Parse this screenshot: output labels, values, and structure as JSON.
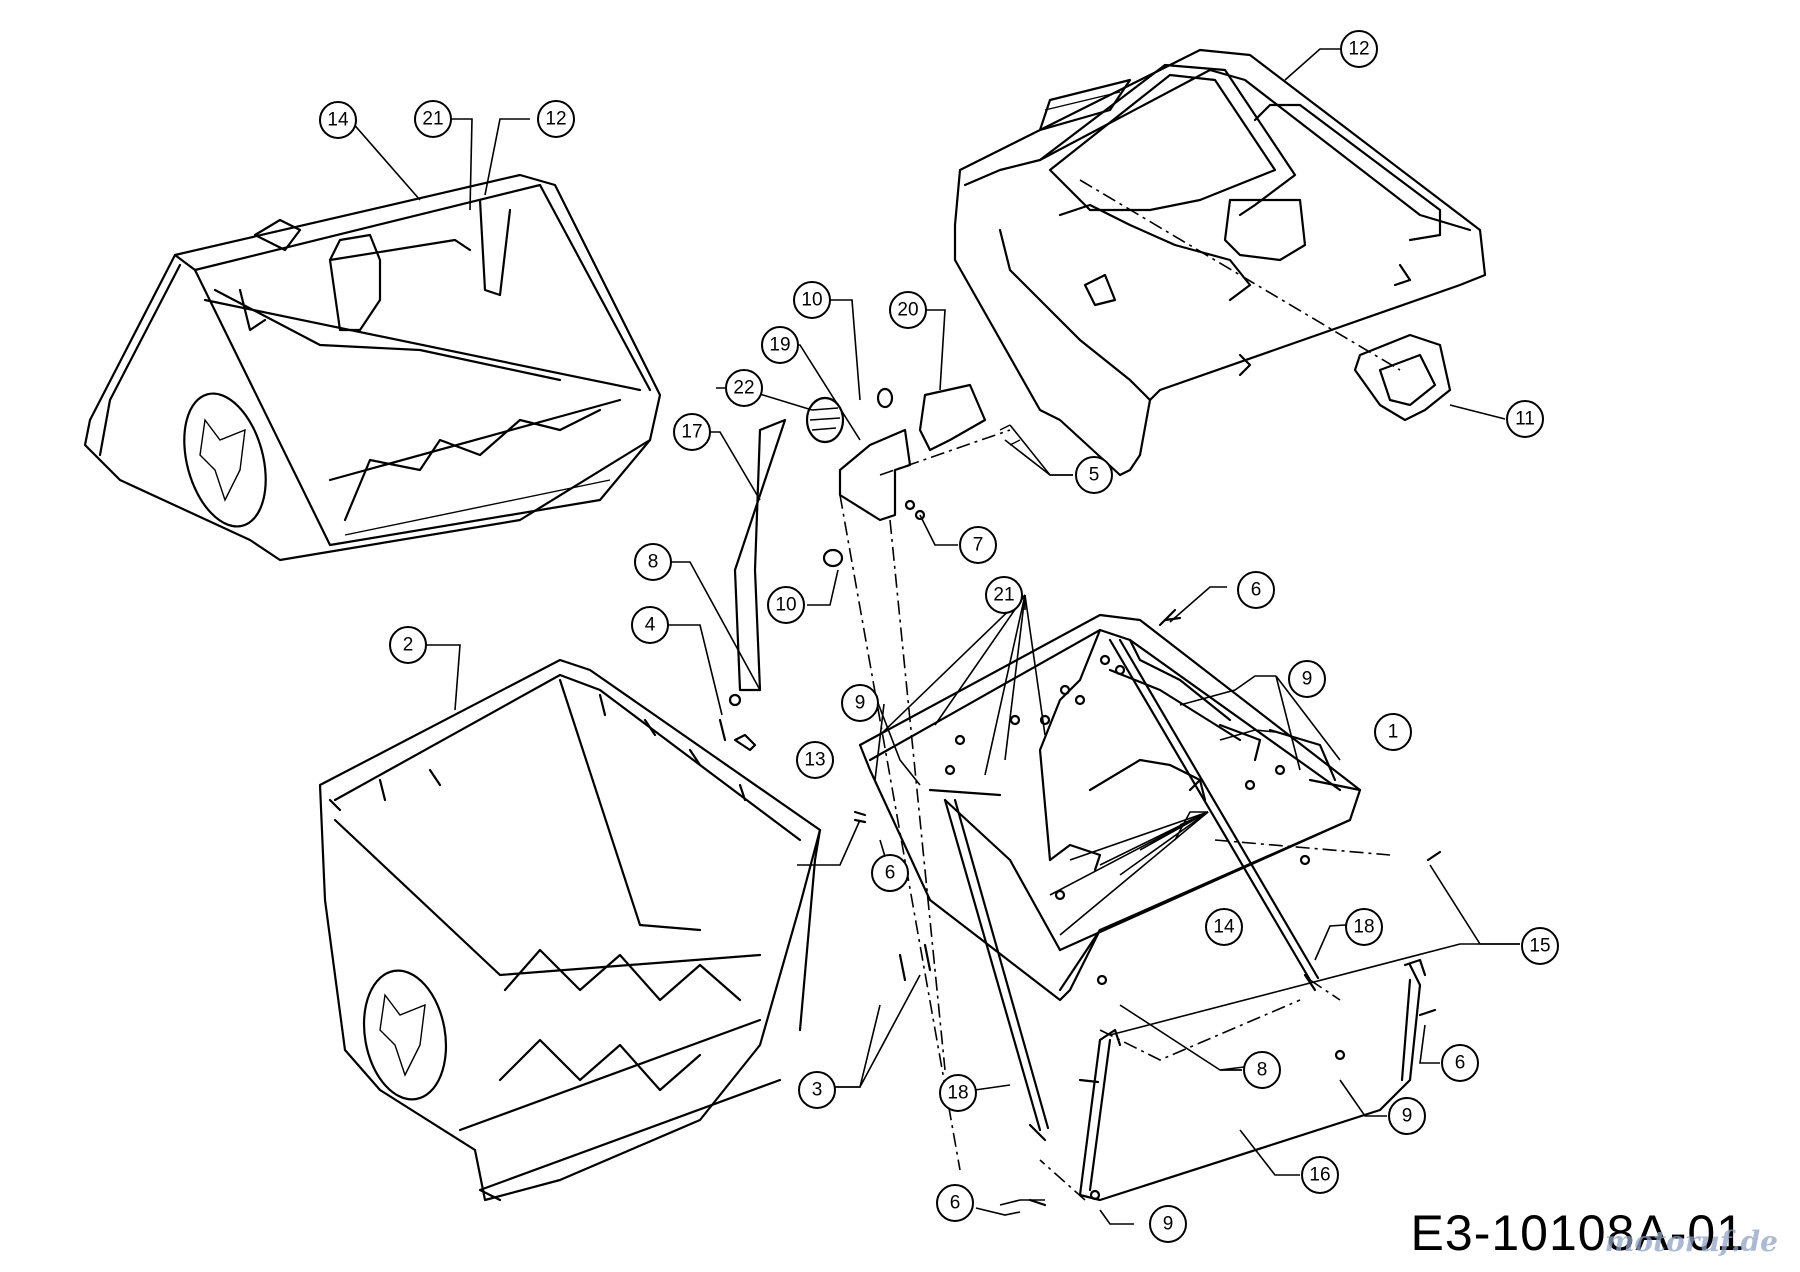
{
  "drawing_code": "E3-10108A-01",
  "watermark": "motoruf.de",
  "callouts": [
    {
      "id": "c14a",
      "label": "14"
    },
    {
      "id": "c21a",
      "label": "21"
    },
    {
      "id": "c12a",
      "label": "12"
    },
    {
      "id": "c12b",
      "label": "12"
    },
    {
      "id": "c10a",
      "label": "10"
    },
    {
      "id": "c20",
      "label": "20"
    },
    {
      "id": "c19",
      "label": "19"
    },
    {
      "id": "c22",
      "label": "22"
    },
    {
      "id": "c17",
      "label": "17"
    },
    {
      "id": "c11",
      "label": "11"
    },
    {
      "id": "c5",
      "label": "5"
    },
    {
      "id": "c7",
      "label": "7"
    },
    {
      "id": "c8a",
      "label": "8"
    },
    {
      "id": "c10b",
      "label": "10"
    },
    {
      "id": "c4",
      "label": "4"
    },
    {
      "id": "c21b",
      "label": "21"
    },
    {
      "id": "c6a",
      "label": "6"
    },
    {
      "id": "c9a",
      "label": "9"
    },
    {
      "id": "c2",
      "label": "2"
    },
    {
      "id": "c9b",
      "label": "9"
    },
    {
      "id": "c1",
      "label": "1"
    },
    {
      "id": "c13",
      "label": "13"
    },
    {
      "id": "c6b",
      "label": "6"
    },
    {
      "id": "c14b",
      "label": "14"
    },
    {
      "id": "c18a",
      "label": "18"
    },
    {
      "id": "c15",
      "label": "15"
    },
    {
      "id": "c8b",
      "label": "8"
    },
    {
      "id": "c6c",
      "label": "6"
    },
    {
      "id": "c3",
      "label": "3"
    },
    {
      "id": "c18b",
      "label": "18"
    },
    {
      "id": "c9c",
      "label": "9"
    },
    {
      "id": "c16",
      "label": "16"
    },
    {
      "id": "c6d",
      "label": "6"
    },
    {
      "id": "c9d",
      "label": "9"
    }
  ]
}
